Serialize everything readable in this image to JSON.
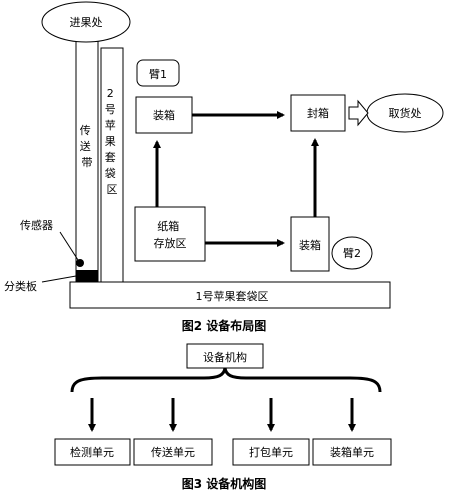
{
  "figure2": {
    "caption": "图2  设备布局图",
    "entry_label": "进果处",
    "conveyor_label": [
      "传",
      "送",
      "带"
    ],
    "bag_area_2_label": [
      "2",
      "号",
      "苹",
      "果",
      "套",
      "袋",
      "区"
    ],
    "bag_area_1_label": "1号苹果套袋区",
    "arm1_label": "臂1",
    "arm2_label": "臂2",
    "boxing_top_label": "装箱",
    "sealing_label": "封箱",
    "pickup_label": "取货处",
    "carton_storage_label": [
      "纸箱",
      "存放区"
    ],
    "boxing_bottom_label": "装箱",
    "sensor_label": "传感器",
    "sorting_board_label": "分类板"
  },
  "figure3": {
    "caption": "图3  设备机构图",
    "root_label": "设备机构",
    "units": [
      "检测单元",
      "传送单元",
      "打包单元",
      "装箱单元"
    ]
  },
  "colors": {
    "line": "#000000",
    "background": "#ffffff"
  }
}
